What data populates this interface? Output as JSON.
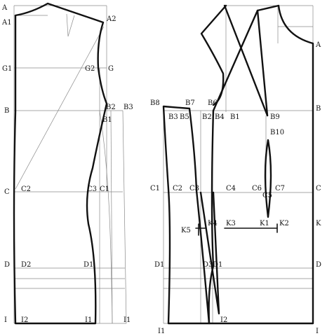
{
  "labels": {
    "A": "A",
    "A1": "A1",
    "A2": "A2",
    "G1": "G1",
    "G2": "G2",
    "G": "G",
    "B": "B",
    "B1": "B1",
    "B2": "B2",
    "B3": "B3",
    "B4": "B4",
    "B5": "B5",
    "B6": "B6",
    "B7": "B7",
    "B8": "B8",
    "B9": "B9",
    "B10": "B10",
    "C": "C",
    "C1": "C1",
    "C2": "C2",
    "C3": "C3",
    "C4": "C4",
    "C5": "C5",
    "C6": "C6",
    "C7": "C7",
    "K": "K",
    "K1": "K1",
    "K2": "K2",
    "K3": "K3",
    "K4": "K4",
    "K5": "K5",
    "D": "D",
    "D1": "D1",
    "D2": "D2",
    "D3": "D3",
    "I": "I",
    "I1": "I1",
    "I2": "I2"
  },
  "colors": {
    "line": "#111111",
    "guide": "#8a8a8a",
    "background": "#ffffff"
  }
}
